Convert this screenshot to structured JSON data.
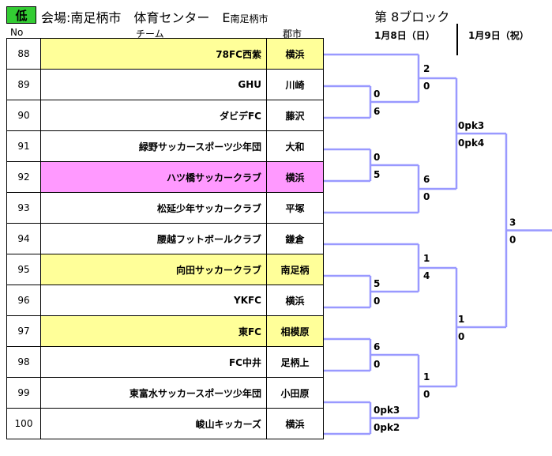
{
  "header": {
    "badge": "低",
    "venue": "会場:南足柄市　体育センター　",
    "venue_code": "E",
    "venue_city": "南足柄市",
    "block": "第 8ブロック",
    "day1": "1月8日（日）",
    "day2": "1月9日（祝）"
  },
  "columns": {
    "no": "No",
    "team": "チーム",
    "city": "郡市"
  },
  "rows": [
    {
      "no": "88",
      "team": "78FC西紫",
      "city": "横浜",
      "hl": "yellow"
    },
    {
      "no": "89",
      "team": "GHU",
      "city": "川崎",
      "hl": ""
    },
    {
      "no": "90",
      "team": "ダビデFC",
      "city": "藤沢",
      "hl": ""
    },
    {
      "no": "91",
      "team": "緑野サッカースポーツ少年団",
      "city": "大和",
      "hl": ""
    },
    {
      "no": "92",
      "team": "ハツ橋サッカークラブ",
      "city": "横浜",
      "hl": "pink"
    },
    {
      "no": "93",
      "team": "松延少年サッカークラブ",
      "city": "平塚",
      "hl": ""
    },
    {
      "no": "94",
      "team": "腰越フットボールクラブ",
      "city": "鎌倉",
      "hl": ""
    },
    {
      "no": "95",
      "team": "向田サッカークラブ",
      "city": "南足柄",
      "hl": "yellow"
    },
    {
      "no": "96",
      "team": "YKFC",
      "city": "横浜",
      "hl": ""
    },
    {
      "no": "97",
      "team": "東FC",
      "city": "相模原",
      "hl": "yellow"
    },
    {
      "no": "98",
      "team": "FC中井",
      "city": "足柄上",
      "hl": ""
    },
    {
      "no": "99",
      "team": "東富水サッカースポーツ少年団",
      "city": "小田原",
      "hl": ""
    },
    {
      "no": "100",
      "team": "峻山キッカーズ",
      "city": "横浜",
      "hl": ""
    }
  ],
  "scores": {
    "r1_89_90": [
      "0",
      "6"
    ],
    "r1_91_92": [
      "0",
      "5"
    ],
    "r1_95_96": [
      "5",
      "0"
    ],
    "r1_97_98": [
      "6",
      "0"
    ],
    "r1_99_100": [
      "0pk3",
      "0pk2"
    ],
    "r2_88_w": [
      "2",
      "0"
    ],
    "r2_w_93": [
      "6",
      "0"
    ],
    "r2_94_w": [
      "1",
      "4"
    ],
    "r2_w_w": [
      "1",
      "0"
    ],
    "qf_a": [
      "0pk3",
      "0pk4"
    ],
    "qf_b": [
      "1",
      "0"
    ],
    "final": [
      "3",
      "0"
    ]
  }
}
